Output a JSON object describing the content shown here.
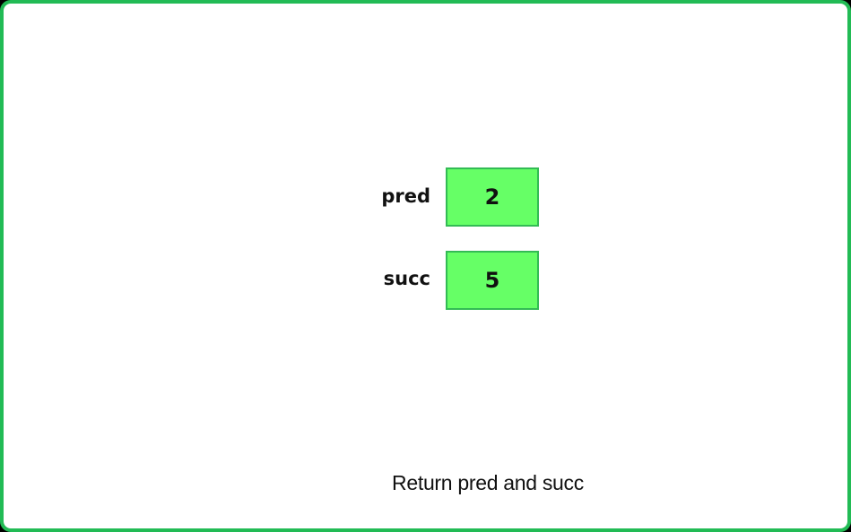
{
  "variables": [
    {
      "label": "pred",
      "value": "2"
    },
    {
      "label": "succ",
      "value": "5"
    }
  ],
  "caption": "Return pred and succ",
  "colors": {
    "frame_border": "#22bb55",
    "box_fill": "#66ff66",
    "box_border": "#33bb55"
  }
}
